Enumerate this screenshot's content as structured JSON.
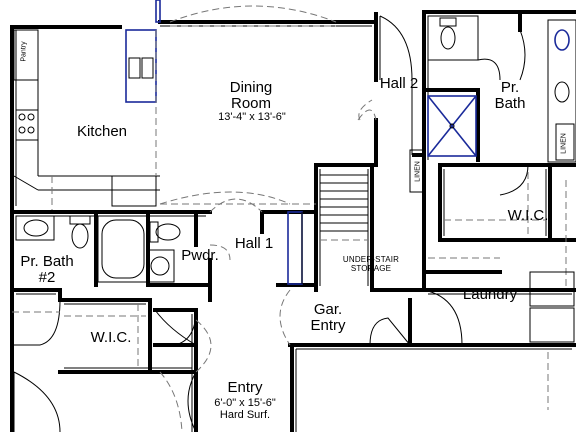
{
  "rooms": {
    "dining_title": "Dining\nRoom",
    "dining_dims": "13'-4\" x 13'-6\"",
    "kitchen": "Kitchen",
    "pantry": "Pantry",
    "hall2": "Hall 2",
    "pr_bath_title": "Pr.\nBath",
    "linen_left": "LINEN",
    "linen_right": "LINEN",
    "wic_right": "W.I.C.",
    "hall1": "Hall 1",
    "pwdr": "Pwdr.",
    "under_stair": "UNDER-STAIR\nSTORAGE",
    "laundry": "Laundry",
    "pr_bath2": "Pr. Bath\n#2",
    "wic_left": "W.I.C.",
    "gar_entry": "Gar.\nEntry",
    "entry_title": "Entry",
    "entry_dims": "6'-0\" x 15'-6\"",
    "entry_surface": "Hard Surf."
  },
  "colors": {
    "wall": "#000000",
    "accent": "#1a2a9a",
    "dashed": "#777777"
  }
}
